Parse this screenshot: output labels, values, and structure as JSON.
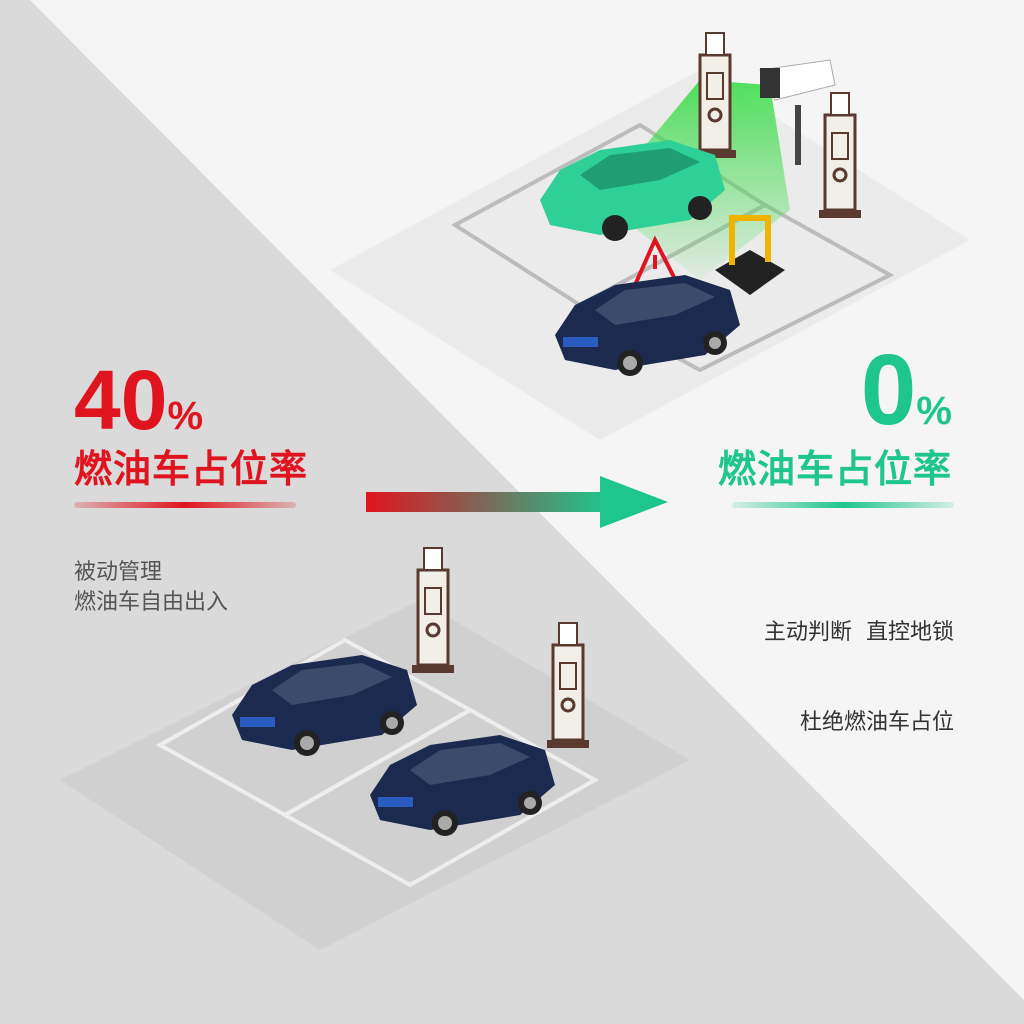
{
  "left": {
    "value": "40",
    "unit": "%",
    "label": "燃油车占位率",
    "desc_lines": [
      "被动管理",
      "燃油车自由出入"
    ],
    "color": "#e0141e"
  },
  "right": {
    "value": "0",
    "unit": "%",
    "label": "燃油车占位率",
    "desc_lines": [
      "主动判断  直控地锁",
      "杜绝燃油车占位"
    ],
    "color": "#1ec58c"
  },
  "colors": {
    "bg_light": "#f5f5f5",
    "bg_gray": "#dadada",
    "car_navy": "#1c2a50",
    "car_green": "#2fcf98"
  }
}
